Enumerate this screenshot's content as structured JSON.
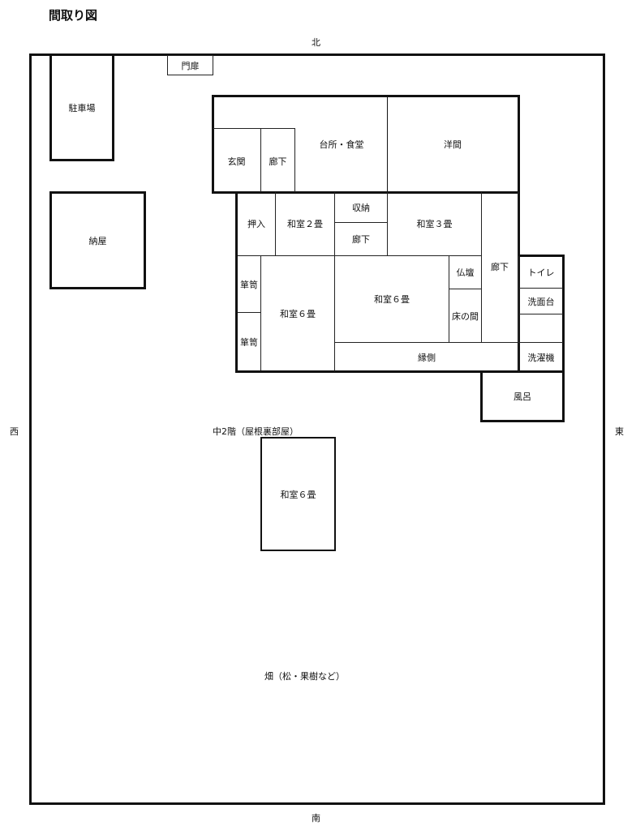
{
  "title": "間取り図",
  "directions": {
    "north": "北",
    "south": "南",
    "east": "東",
    "west": "西"
  },
  "exterior": {
    "gate": "門扉",
    "parking": "駐車場",
    "shed": "納屋",
    "field": "畑（松・果樹など）"
  },
  "mezzanine": {
    "label": "中2階（屋根裏部屋）",
    "room": "和室６畳"
  },
  "rooms": {
    "entrance": "玄関",
    "hall1": "廊下",
    "kitchen": "台所・食堂",
    "western": "洋間",
    "closet": "押入",
    "washitsu2": "和室２畳",
    "storage": "収納",
    "hall2": "廊下",
    "washitsu3": "和室３畳",
    "hall3": "廊下",
    "tansu1": "箪笥",
    "tansu2": "箪笥",
    "washitsu6a": "和室６畳",
    "washitsu6b": "和室６畳",
    "butsudan": "仏壇",
    "tokonoma": "床の間",
    "toilet": "トイレ",
    "washbasin": "洗面台",
    "veranda": "縁側",
    "washer": "洗濯機",
    "bath": "風呂"
  }
}
